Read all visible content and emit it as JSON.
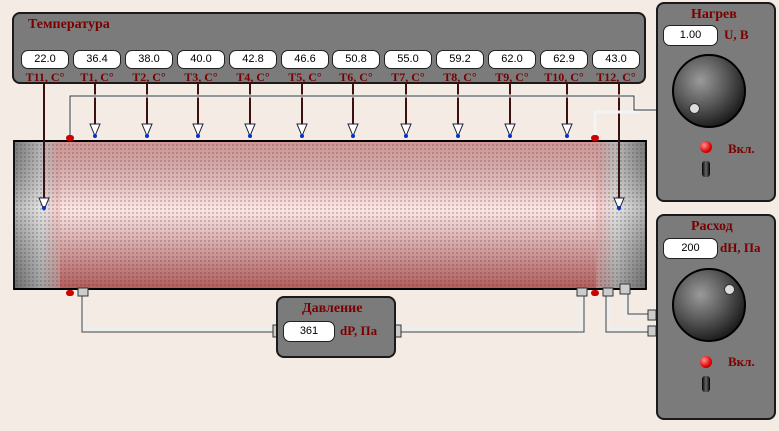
{
  "temperature_panel": {
    "title": "Температура",
    "sensors": [
      {
        "value": "22.0",
        "label": "T11, C°"
      },
      {
        "value": "36.4",
        "label": "T1, C°"
      },
      {
        "value": "38.0",
        "label": "T2, C°"
      },
      {
        "value": "40.0",
        "label": "T3, C°"
      },
      {
        "value": "42.8",
        "label": "T4, C°"
      },
      {
        "value": "46.6",
        "label": "T5, C°"
      },
      {
        "value": "50.8",
        "label": "T6, C°"
      },
      {
        "value": "55.0",
        "label": "T7, C°"
      },
      {
        "value": "59.2",
        "label": "T8, C°"
      },
      {
        "value": "62.0",
        "label": "T9, C°"
      },
      {
        "value": "62.9",
        "label": "T10, C°"
      },
      {
        "value": "43.0",
        "label": "T12, C°"
      }
    ]
  },
  "heating_panel": {
    "title": "Нагрев",
    "value": "1.00",
    "unit": "U, B",
    "switch_label": "Вкл."
  },
  "flow_panel": {
    "title": "Расход",
    "value": "200",
    "unit": "dH, Па",
    "switch_label": "Вкл."
  },
  "pressure_panel": {
    "title": "Давление",
    "value": "361",
    "unit": "dP, Па"
  },
  "colors": {
    "panel_bg": "#7b7b7b",
    "label_color": "#7a0000",
    "heated_section": "#f08a8a",
    "background": "#f4ece4"
  }
}
